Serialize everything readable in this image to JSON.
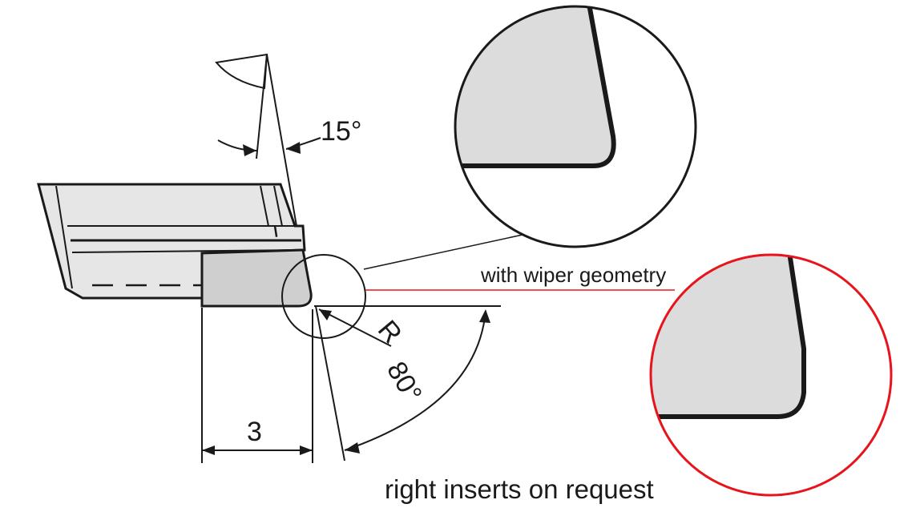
{
  "labels": {
    "angle_15": "15°",
    "radius": "R",
    "angle_80": "80°",
    "width_3": "3",
    "wiper": "with wiper geometry",
    "footer": "right inserts on request"
  },
  "colors": {
    "line": "#1a1a1a",
    "fill_light": "#e6e6e6",
    "fill_dark": "#cfcfcf",
    "highlight": "#e8141b"
  }
}
